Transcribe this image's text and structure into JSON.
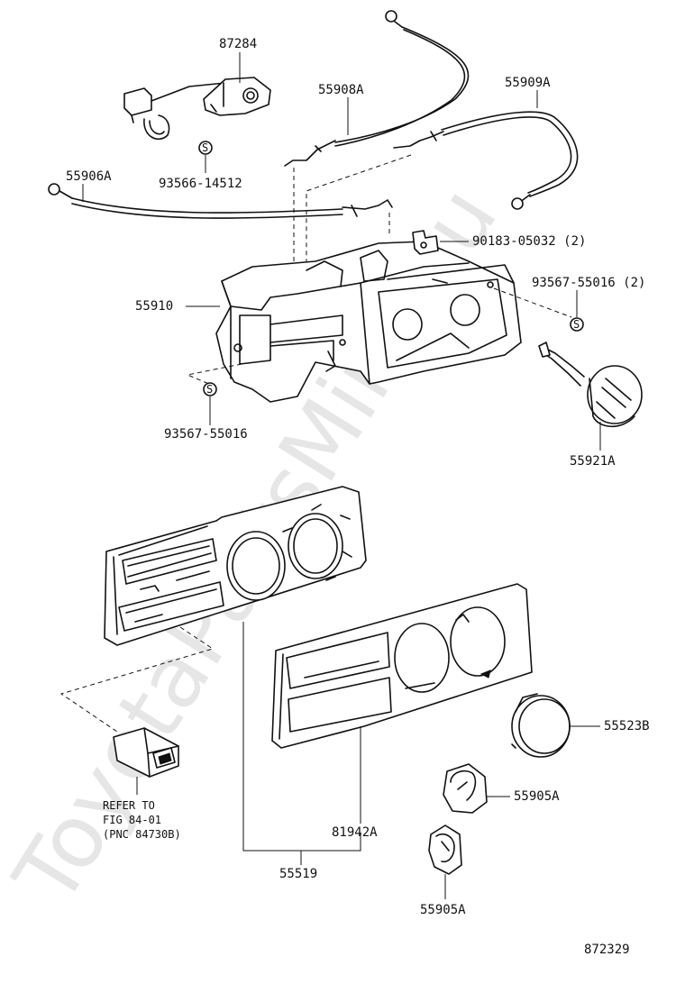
{
  "watermark": "ToyotaPartsMine.ru",
  "callouts": {
    "p87284": "87284",
    "p55908A": "55908A",
    "p55909A": "55909A",
    "p55906A": "55906A",
    "p93566": "93566-14512",
    "p90183": "90183-05032 (2)",
    "p93567_2": "93567-55016 (2)",
    "p55910": "55910",
    "p93567": "93567-55016",
    "p55921A": "55921A",
    "p55523B": "55523B",
    "p55905A_1": "55905A",
    "p55905A_2": "55905A",
    "p81942A": "81942A",
    "p55519": "55519"
  },
  "refer": {
    "line1": "REFER TO",
    "line2": "FIG 84-01",
    "line3": "(PNC 84730B)"
  },
  "fastener_symbol": "S",
  "figure_number": "872329"
}
